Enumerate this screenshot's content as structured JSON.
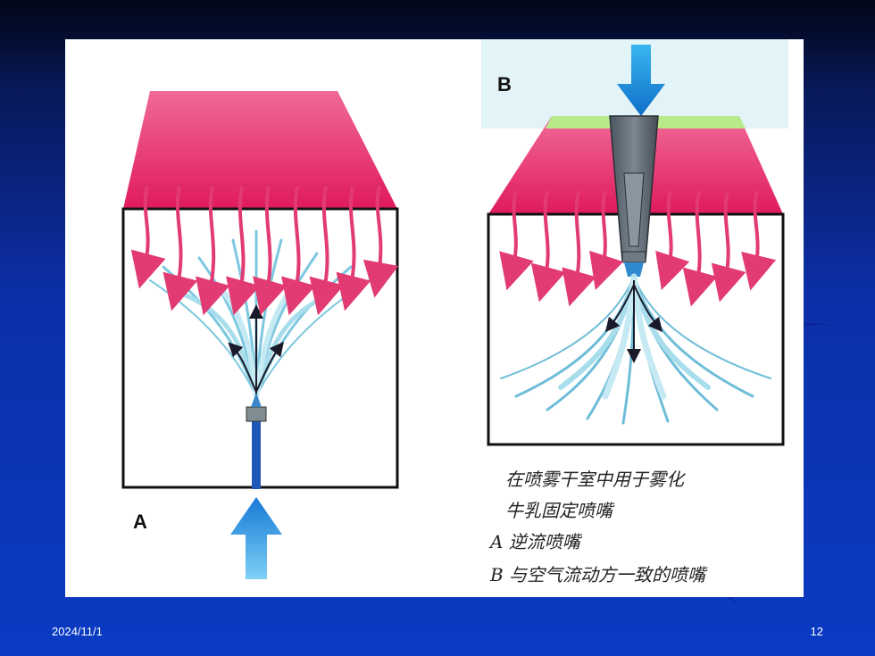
{
  "figure": {
    "label_a": "A",
    "label_b": "B",
    "caption": [
      "在喷雾干室中用于雾化",
      "牛乳固定喷嘴",
      "A  逆流喷嘴",
      "B  与空气流动方一致的喷嘴"
    ]
  },
  "footer": {
    "date": "2024/11/1",
    "page_number": "12"
  },
  "colors": {
    "hot_air": "#e8336e",
    "spray": "#6fc3dd",
    "arrow": "#1b88d8",
    "background": "#0b35b8"
  }
}
